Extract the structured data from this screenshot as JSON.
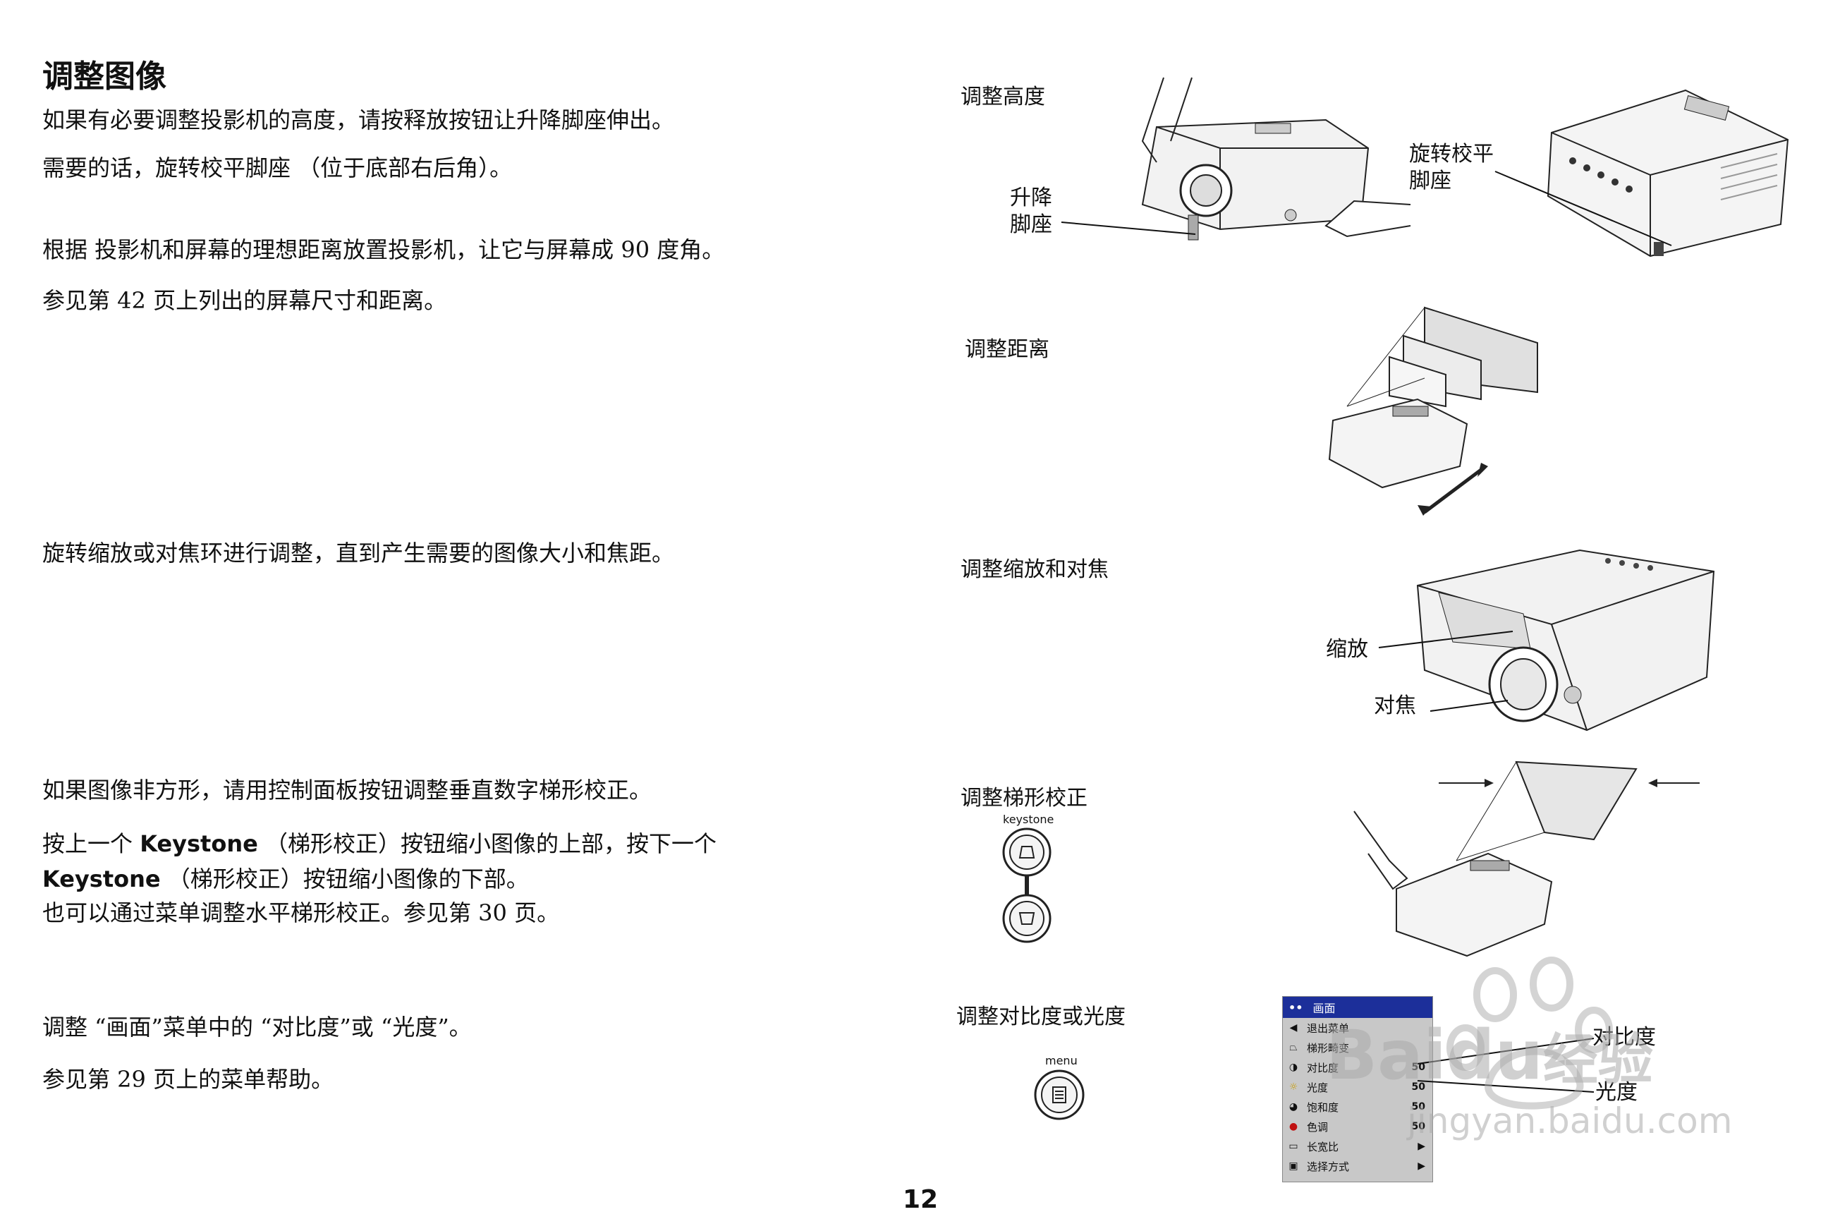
{
  "page": {
    "title": "调整图像",
    "page_number": "12"
  },
  "left": {
    "p1": "如果有必要调整投影机的高度，请按释放按钮让升降脚座伸出。",
    "p2": "需要的话，旋转校平脚座 （位于底部右后角）。",
    "p3": "根据  投影机和屏幕的理想距离放置投影机，让它与屏幕成 90 度角。",
    "p4": "参见第 42 页上列出的屏幕尺寸和距离。",
    "p5": "旋转缩放或对焦环进行调整，直到产生需要的图像大小和焦距。",
    "p6": "如果图像非方形，请用控制面板按钮调整垂直数字梯形校正。",
    "p7a": "按上一个 ",
    "p7b": "Keystone",
    "p7c": " （梯形校正）按钮缩小图像的上部，按下一个",
    "p8a": "Keystone",
    "p8b": " （梯形校正）按钮缩小图像的下部。",
    "p9": "也可以通过菜单调整水平梯形校正。参见第 30 页。",
    "p10": "调整 “画面”菜单中的 “对比度”或 “光度”。",
    "p11": "参见第 29 页上的菜单帮助。"
  },
  "figures": {
    "height": {
      "caption": "调整高度",
      "callout_foot_1": "升降",
      "callout_foot_2": "脚座",
      "callout_level_1": "旋转校平",
      "callout_level_2": "脚座"
    },
    "distance": {
      "caption": "调整距离"
    },
    "zoom": {
      "caption": "调整缩放和对焦",
      "callout_zoom": "缩放",
      "callout_focus": "对焦"
    },
    "keystone": {
      "caption": "调整梯形校正",
      "button_label": "keystone"
    },
    "contrast": {
      "caption": "调整对比度或光度",
      "button_label": "menu",
      "callout_contrast": "对比度",
      "callout_brightness": "光度"
    }
  },
  "osd_menu": {
    "title": "画面",
    "items": [
      {
        "label": "退出菜单",
        "value": "",
        "icon": "triangle-left-icon"
      },
      {
        "label": "梯形畸变",
        "value": "",
        "icon": "trapezoid-icon"
      },
      {
        "label": "对比度",
        "value": "50",
        "icon": "contrast-icon"
      },
      {
        "label": "光度",
        "value": "50",
        "icon": "sun-icon"
      },
      {
        "label": "饱和度",
        "value": "50",
        "icon": "color-wheel-icon"
      },
      {
        "label": "色调",
        "value": "50",
        "icon": "red-dot-icon"
      },
      {
        "label": "长宽比",
        "value": "▶",
        "icon": "aspect-icon"
      },
      {
        "label": "选择方式",
        "value": "▶",
        "icon": "preset-icon"
      }
    ]
  },
  "watermark": {
    "line1": "Bai",
    "line1b": "du",
    "line1c": "经验",
    "line2": "jingyan.baidu.com"
  }
}
